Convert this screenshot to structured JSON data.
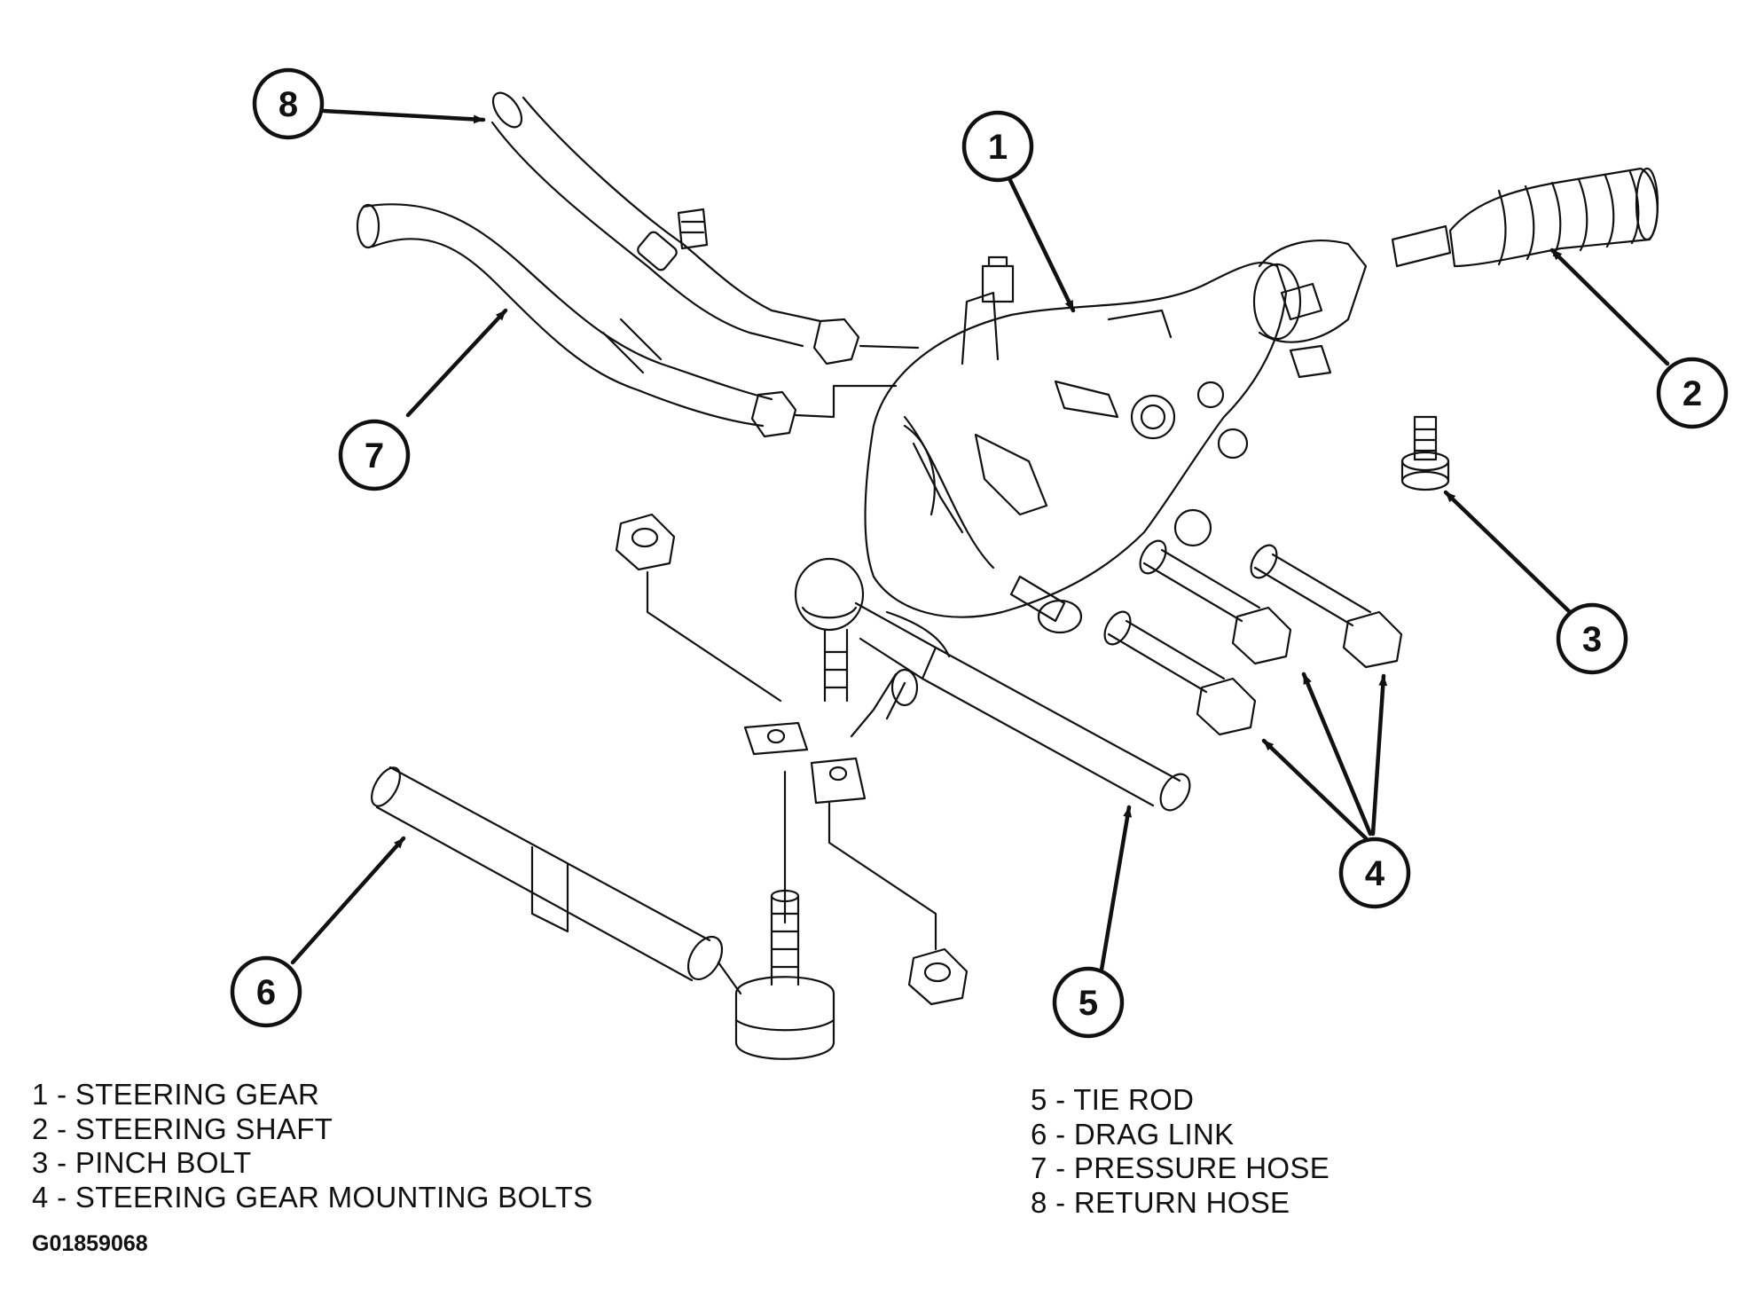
{
  "callouts": [
    {
      "number": "1"
    },
    {
      "number": "2"
    },
    {
      "number": "3"
    },
    {
      "number": "4"
    },
    {
      "number": "5"
    },
    {
      "number": "6"
    },
    {
      "number": "7"
    },
    {
      "number": "8"
    }
  ],
  "legend": {
    "left": [
      "1 - STEERING GEAR",
      "2 - STEERING SHAFT",
      "3 - PINCH BOLT",
      "4 - STEERING GEAR MOUNTING BOLTS"
    ],
    "right": [
      "5 - TIE ROD",
      "6 - DRAG LINK",
      "7 - PRESSURE HOSE",
      "8 - RETURN HOSE"
    ]
  },
  "figure_code": "G01859068"
}
